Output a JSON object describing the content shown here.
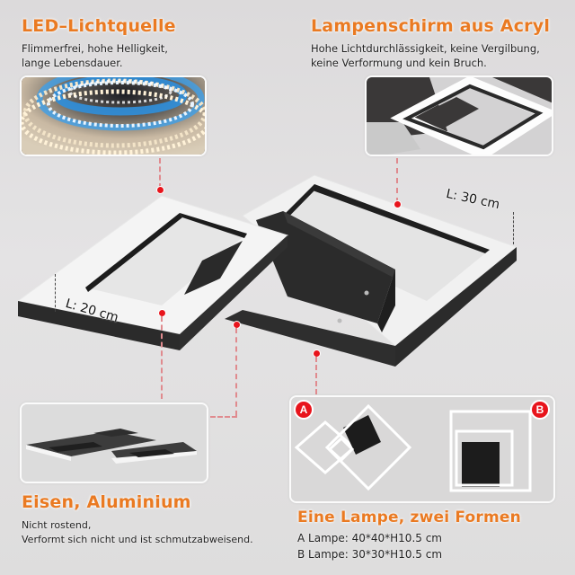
{
  "features": {
    "led": {
      "title": "LED–Lichtquelle",
      "lines": [
        "Flimmerfrei, hohe Helligkeit,",
        "lange Lebensdauer."
      ],
      "image": "led-strip-reel"
    },
    "acryl": {
      "title": "Lampenschirm aus Acryl",
      "lines": [
        "Hohe Lichtdurchlässigkeit, keine Vergilbung,",
        "keine Verformung und kein Bruch."
      ],
      "image": "acrylic-shade-closeup"
    },
    "material": {
      "title": "Eisen, Aluminium",
      "lines": [
        "Nicht rostend,",
        "Verformt sich nicht und ist schmutzabweisend."
      ],
      "image": "lamp-side-view"
    },
    "formen": {
      "title": "Eine Lampe, zwei Formen",
      "lines": [
        "A Lampe: 40*40*H10.5 cm",
        "B Lampe: 30*30*H10.5 cm"
      ],
      "badges": [
        "A",
        "B"
      ]
    }
  },
  "dimensions": {
    "large_square": "L: 30 cm",
    "small_square": "L: 20 cm"
  },
  "colors": {
    "title_orange": "#ea7a22",
    "marker_red": "#e8141c",
    "connector_pink": "#e08a8e",
    "background": "#e0dfe0",
    "lamp_frame": "#2b2b2b",
    "acrylic_white": "#f7f7f7"
  }
}
